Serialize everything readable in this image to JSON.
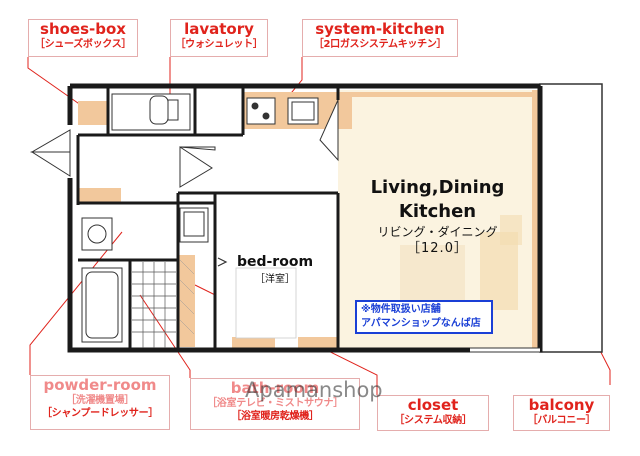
{
  "labels": {
    "shoes_box": {
      "en": "shoes-box",
      "jp": "［シューズボックス］"
    },
    "lavatory": {
      "en": "lavatory",
      "jp": "［ウォシュレット］"
    },
    "system_kitchen": {
      "en": "system-kitchen",
      "jp": "［2口ガスシステムキッチン］"
    },
    "powder_room": {
      "en": "powder-room",
      "jp_top": "［洗濯機置場］",
      "jp_bottom": "［シャンプードレッサー］"
    },
    "bath_room": {
      "en": "bath-room",
      "jp_top": "［浴室テレビ・ミストサウナ］",
      "jp_bottom": "［浴室暖房乾燥機］"
    },
    "closet": {
      "en": "closet",
      "jp": "［システム収納］"
    },
    "balcony": {
      "en": "balcony",
      "jp": "［バルコニー］"
    }
  },
  "rooms": {
    "ldk": {
      "en_line1": "Living,Dining",
      "en_line2": "Kitchen",
      "jp": "リビング・ダイニング",
      "area": "［12.0］"
    },
    "bedroom": {
      "en": "bed-room",
      "jp": "［洋室］"
    }
  },
  "shop_note": {
    "line1": "※物件取扱い店舗",
    "line2": "アパマンショップなんば店"
  },
  "watermark": "Apamanshop",
  "colors": {
    "label_red": "#e0231c",
    "floor": "#fbf3e0",
    "tan": "#f2c89c",
    "wall": "#1a1a1a",
    "shop_blue": "#1a3fd6"
  }
}
